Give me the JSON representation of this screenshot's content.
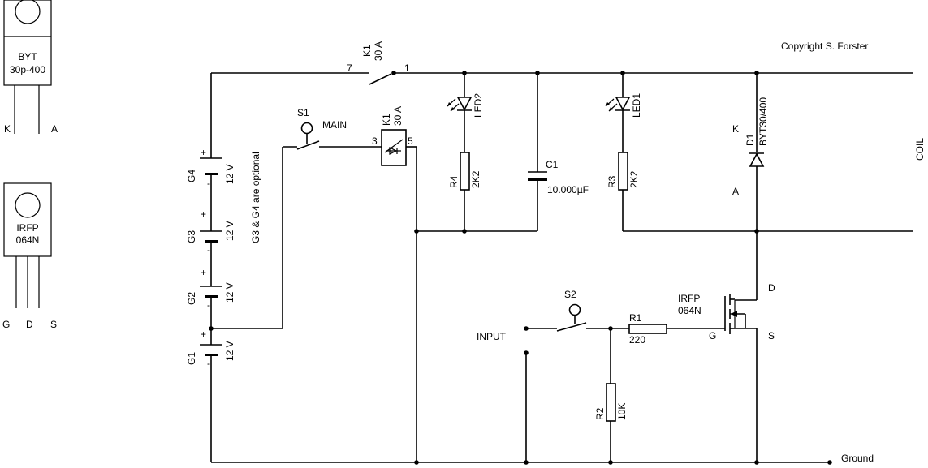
{
  "copyright": "Copyright S. Forster",
  "packages": {
    "byt": {
      "name_line1": "BYT",
      "name_line2": "30p-400",
      "pin_k": "K",
      "pin_a": "A"
    },
    "irfp": {
      "name_line1": "IRFP",
      "name_line2": "064N",
      "pin_g": "G",
      "pin_d": "D",
      "pin_s": "S"
    }
  },
  "batteries": {
    "g4": {
      "label": "G4",
      "voltage": "12 V",
      "plus": "+",
      "minus": "-"
    },
    "g3": {
      "label": "G3",
      "voltage": "12 V",
      "plus": "+",
      "minus": "-"
    },
    "g2": {
      "label": "G2",
      "voltage": "12 V",
      "plus": "+",
      "minus": "-"
    },
    "g1": {
      "label": "G1",
      "voltage": "12 V",
      "plus": "+",
      "minus": "-"
    },
    "note": "G3 & G4 are optional"
  },
  "relay_contact": {
    "label": "K1",
    "rating": "30 A",
    "pin_in": "7",
    "pin_out": "1"
  },
  "relay_coil": {
    "label": "K1",
    "rating": "30 A",
    "pin_in": "3",
    "pin_out": "5"
  },
  "switch_s1": {
    "label": "S1",
    "name": "MAIN"
  },
  "switch_s2": {
    "label": "S2"
  },
  "led2": {
    "label": "LED2"
  },
  "led1": {
    "label": "LED1"
  },
  "r4": {
    "label": "R4",
    "value": "2K2"
  },
  "r3": {
    "label": "R3",
    "value": "2K2"
  },
  "r1": {
    "label": "R1",
    "value": "220"
  },
  "r2": {
    "label": "R2",
    "value": "10K"
  },
  "c1": {
    "label": "C1",
    "value": "10.000µF"
  },
  "d1": {
    "label": "D1",
    "part": "BYT30/400",
    "pin_k": "K",
    "pin_a": "A"
  },
  "mosfet": {
    "name_line1": "IRFP",
    "name_line2": "064N",
    "pin_g": "G",
    "pin_d": "D",
    "pin_s": "S"
  },
  "coil_label": "COIL",
  "input_label": "INPUT",
  "ground_label": "Ground"
}
